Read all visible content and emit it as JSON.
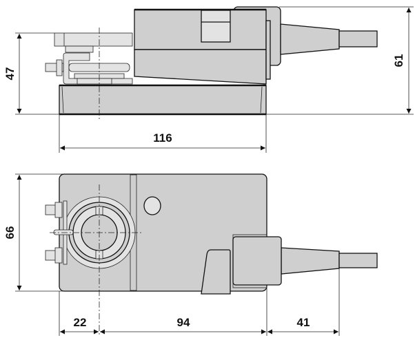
{
  "drawing": {
    "side_view": {
      "dimensions": {
        "height_left": "47",
        "height_right": "61",
        "width": "116"
      }
    },
    "bottom_view": {
      "dimensions": {
        "height": "66",
        "to_axis": "22",
        "axis_to_end": "94",
        "cable_gland": "41"
      }
    },
    "colors": {
      "housing": "#cfcfcf",
      "lines": "#111111",
      "background": "#ffffff"
    }
  }
}
